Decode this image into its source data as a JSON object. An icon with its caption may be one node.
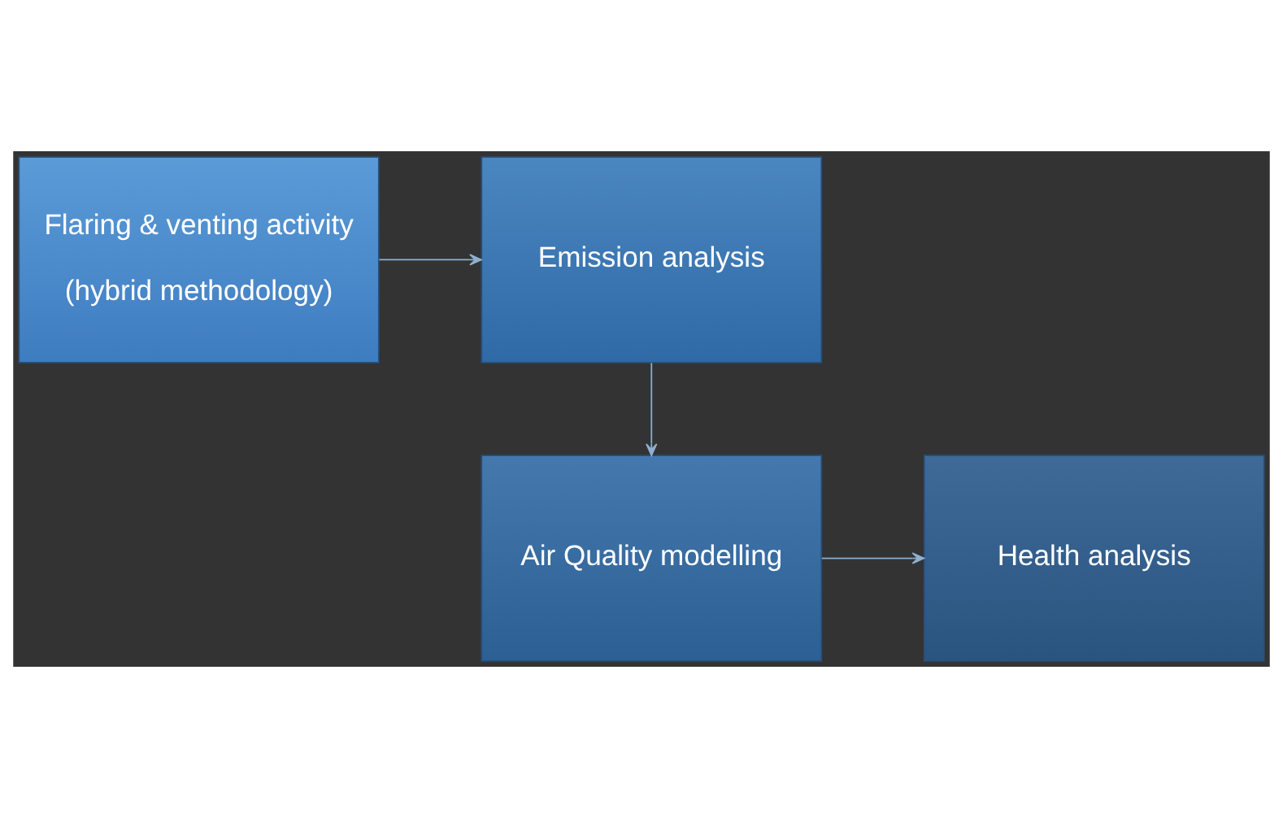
{
  "diagram": {
    "nodes": [
      {
        "text": [
          "Flaring & venting activity",
          "(hybrid methodology)"
        ]
      },
      {
        "text": [
          "Emission analysis"
        ]
      },
      {
        "text": [
          "Air Quality modelling"
        ]
      },
      {
        "text": [
          "Health analysis"
        ]
      }
    ],
    "edges": [
      {
        "from": 0,
        "to": 1,
        "arrow": "to"
      },
      {
        "from": 1,
        "to": 2,
        "arrow": "to"
      },
      {
        "from": 2,
        "to": 3,
        "arrow": "to"
      }
    ]
  }
}
